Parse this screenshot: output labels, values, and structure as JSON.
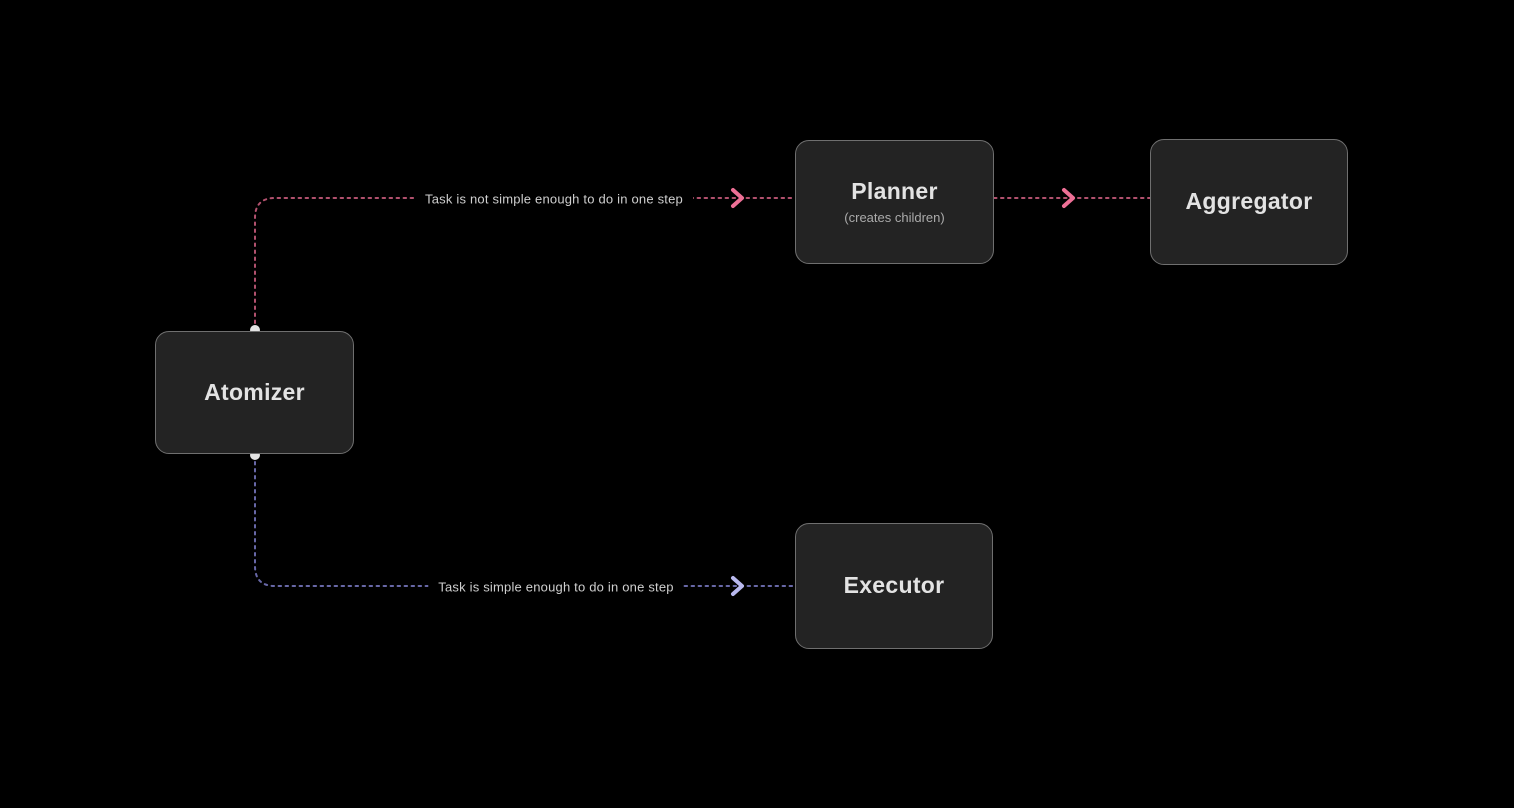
{
  "diagram": {
    "nodes": {
      "atomizer": {
        "label": "Atomizer"
      },
      "planner": {
        "label": "Planner",
        "subtitle": "(creates children)"
      },
      "aggregator": {
        "label": "Aggregator"
      },
      "executor": {
        "label": "Executor"
      }
    },
    "edges": {
      "atomizer_to_planner": {
        "label": "Task is not simple enough to do in one step",
        "line_color": "#b2516e",
        "arrow_color": "#ee7096",
        "style": "dotted"
      },
      "planner_to_aggregator": {
        "line_color": "#b2516e",
        "arrow_color": "#ee7096",
        "style": "dotted"
      },
      "atomizer_to_executor": {
        "label": "Task is simple enough to do in one step",
        "line_color": "#6868a8",
        "arrow_color": "#b9b9ef",
        "style": "dotted"
      }
    },
    "colors": {
      "background": "#000000",
      "node_fill": "#232323",
      "node_border": "#6f6f6f",
      "node_text": "#e3e3e3",
      "node_subtext": "#ababab",
      "edge_label_text": "#cfcfcf",
      "handle_fill": "#e3e3e3"
    }
  }
}
